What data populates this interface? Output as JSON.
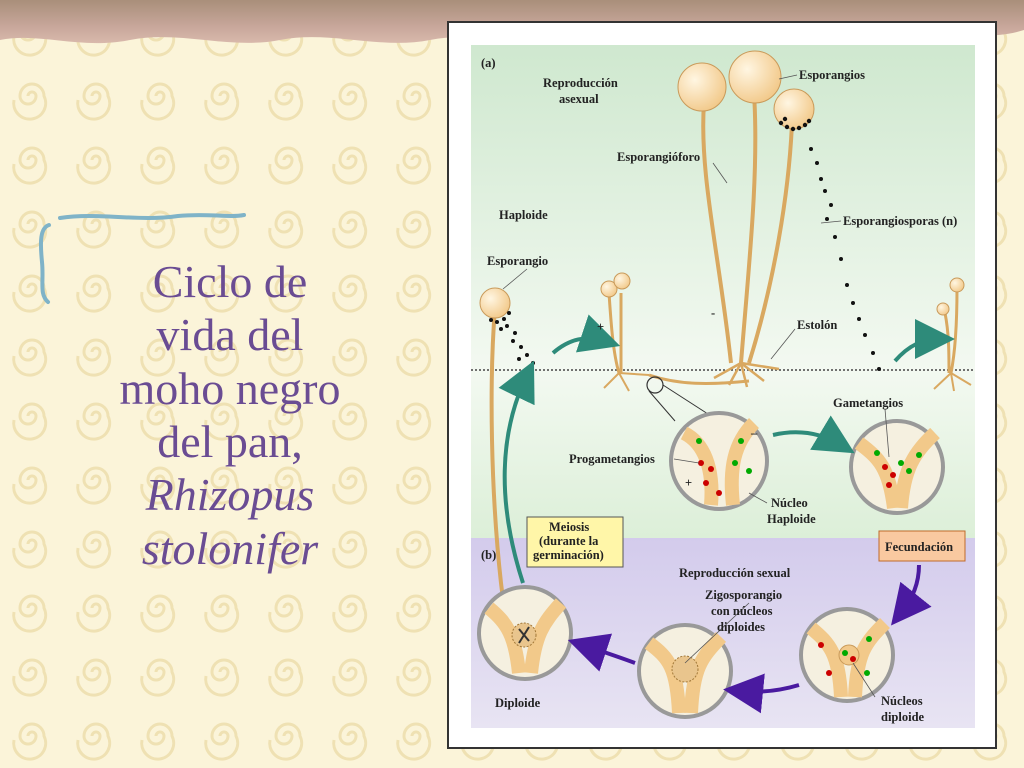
{
  "title": {
    "line1": "Ciclo de",
    "line2": "vida del",
    "line3": "moho negro",
    "line4": "del pan,",
    "line5": "Rhizopus",
    "line6": "stolonifer"
  },
  "diagram": {
    "panel_a": "(a)",
    "panel_b": "(b)",
    "asexual_1": "Reproducción",
    "asexual_2": "asexual",
    "esporangios": "Esporangios",
    "esporangioforo": "Esporangióforo",
    "haploide": "Haploide",
    "esporangiosporas": "Esporangiosporas (n)",
    "esporangio": "Esporangio",
    "plus_1": "+",
    "minus_1": "-",
    "estolon": "Estolón",
    "gametangios": "Gametangios",
    "progametangios": "Progametangios",
    "minus_2": "–",
    "plus_2": "+",
    "nucleo_1": "Núcleo",
    "nucleo_2": "Haploide",
    "meiosis_1": "Meiosis",
    "meiosis_2": "(durante la",
    "meiosis_3": "germinación)",
    "fecundacion": "Fecundación",
    "sexual": "Reproducción sexual",
    "zigo_1": "Zigosporangio",
    "zigo_2": "con núcleos",
    "zigo_3": "diploides",
    "diploide": "Diploide",
    "nucleos_1": "Núcleos",
    "nucleos_2": "diploide"
  },
  "colors": {
    "title": "#6a4c93",
    "background": "#fbf4d9",
    "panel_a_top": "#cfe8cf",
    "panel_b": "#d9d3ec",
    "arrow_green": "#2e8b7a",
    "arrow_purple": "#4a1aa0",
    "hypha": "#f6d9a8",
    "meiosis_box": "#fff6a8",
    "fecundacion_box": "#f9c9a0"
  }
}
